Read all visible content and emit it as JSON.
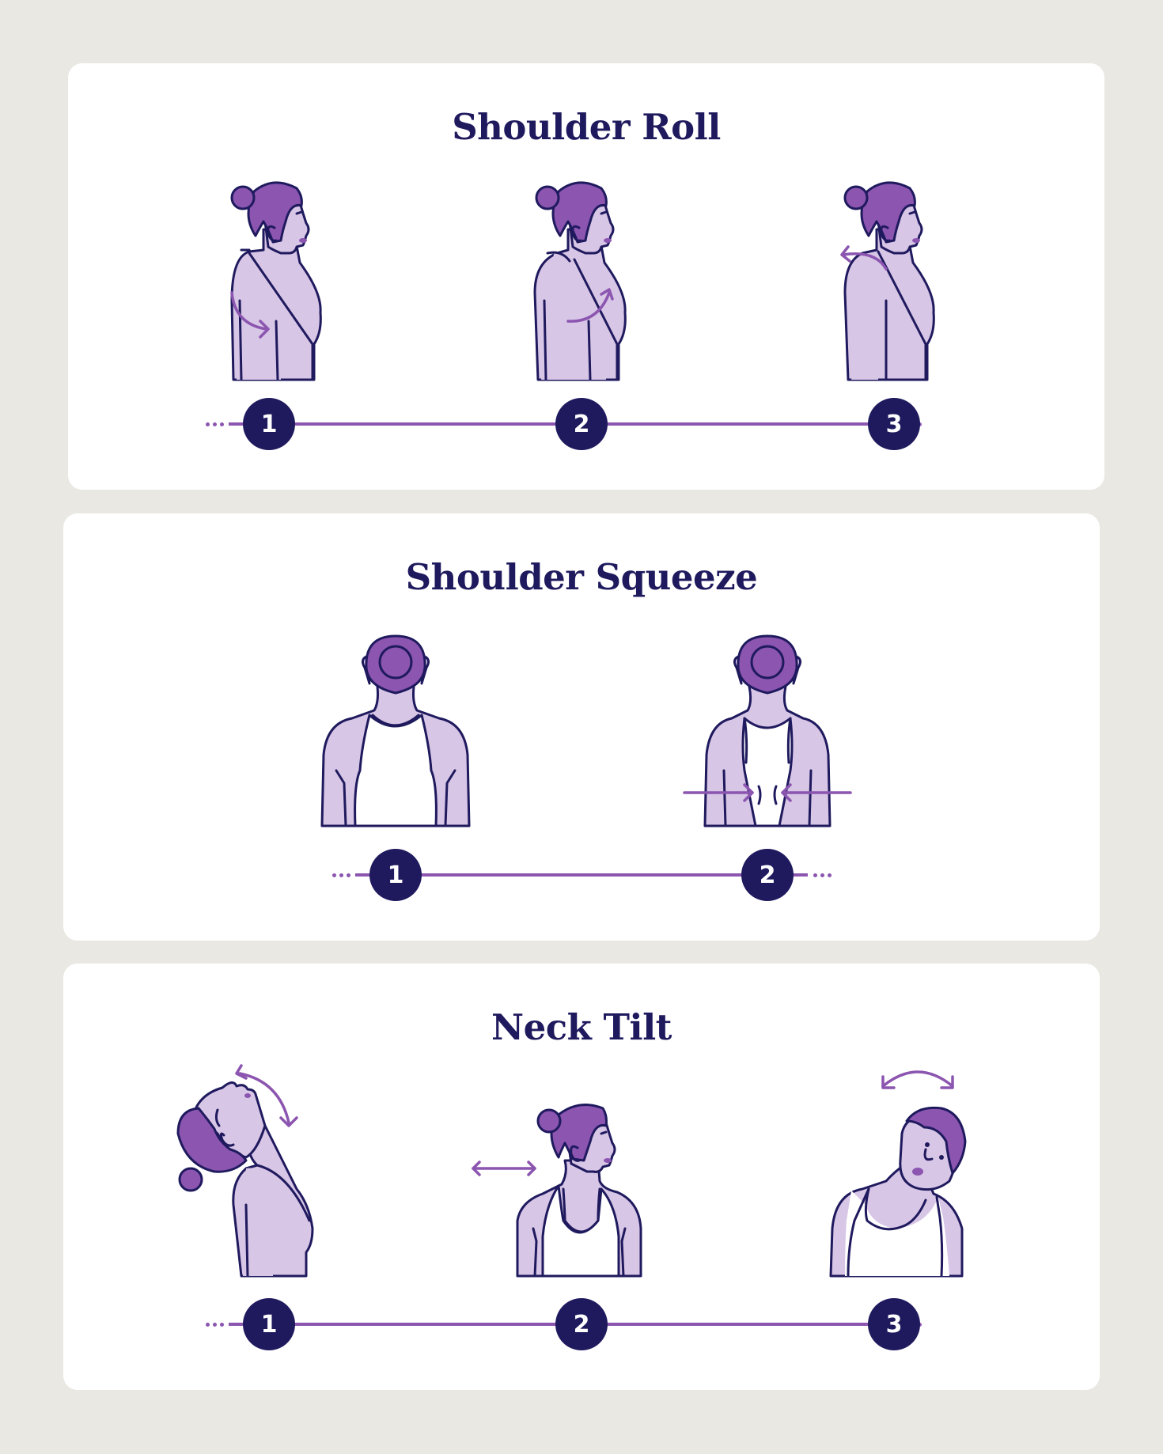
{
  "colors": {
    "background": "#e9e8e3",
    "card": "#ffffff",
    "title": "#1f1a5e",
    "step_circle": "#1f1a5e",
    "step_text": "#ffffff",
    "timeline_line": "#8b55b0",
    "hair": "#8b55b0",
    "skin": "#d8c6e6",
    "outline": "#1f1a5e",
    "arrow": "#8b55b0"
  },
  "sections": [
    {
      "title": "Shoulder Roll",
      "steps": [
        {
          "number": "1",
          "illustration": "side-profile-arrow-backward-down"
        },
        {
          "number": "2",
          "illustration": "side-profile-arrow-forward-up"
        },
        {
          "number": "3",
          "illustration": "side-profile-arrow-over-shoulder"
        }
      ]
    },
    {
      "title": "Shoulder Squeeze",
      "steps": [
        {
          "number": "1",
          "illustration": "back-view-relaxed"
        },
        {
          "number": "2",
          "illustration": "back-view-arrows-inward"
        }
      ]
    },
    {
      "title": "Neck Tilt",
      "steps": [
        {
          "number": "1",
          "illustration": "head-tilted-back-curved-arrow"
        },
        {
          "number": "2",
          "illustration": "head-turned-horizontal-arrow"
        },
        {
          "number": "3",
          "illustration": "head-tilted-side-curved-arrow"
        }
      ]
    }
  ]
}
